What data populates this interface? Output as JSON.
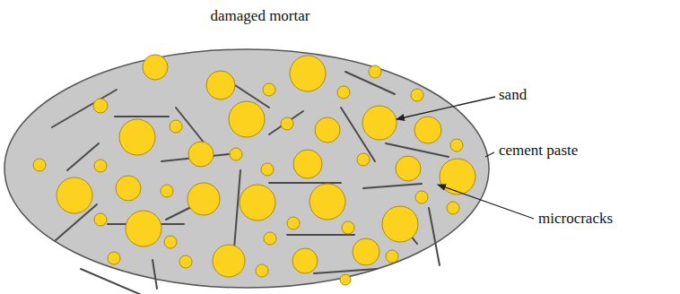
{
  "diagram": {
    "title": "damaged mortar",
    "labels": [
      "sand",
      "cement paste",
      "microcracks"
    ]
  }
}
